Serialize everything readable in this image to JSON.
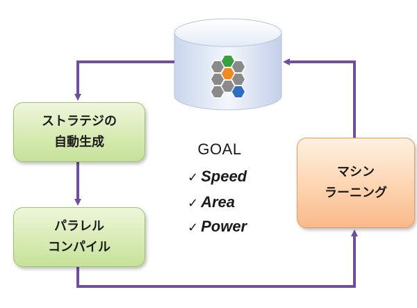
{
  "diagram": {
    "boxes": {
      "strategy": {
        "line1": "ストラテジの",
        "line2": "自動生成"
      },
      "parallel": {
        "line1": "パラレル",
        "line2": "コンパイル"
      },
      "ml": {
        "line1": "マシン",
        "line2": "ラーニング"
      }
    },
    "goal": {
      "title": "GOAL",
      "items": [
        {
          "check": "✓",
          "label": "Speed"
        },
        {
          "check": "✓",
          "label": "Area"
        },
        {
          "check": "✓",
          "label": "Power"
        }
      ]
    },
    "database_icon": "database-cylinder-icon",
    "hexagon_logo_icon": "hexagon-cluster-icon",
    "colors": {
      "arrow": "#6f4f9c",
      "green_box": "#d8ebb4",
      "orange_box": "#fdd4b0",
      "hex_gray": "#8a8a8a",
      "hex_green": "#3aa142",
      "hex_orange": "#f08a24",
      "hex_blue": "#2f6fc0"
    }
  }
}
